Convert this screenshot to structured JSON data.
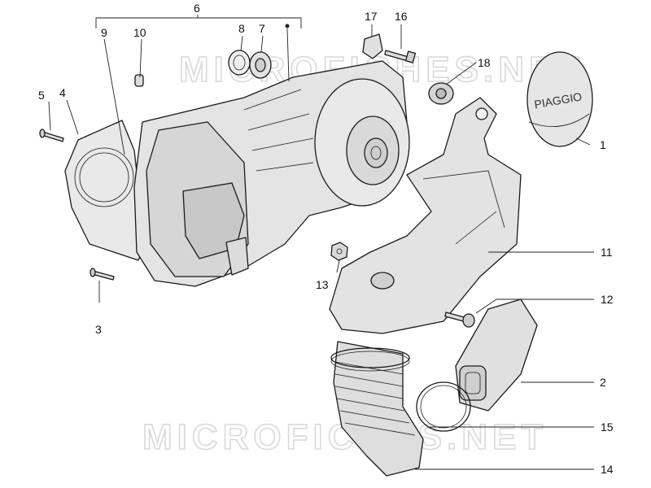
{
  "watermark": {
    "text": "MICROFICHES.NET"
  },
  "cover_logo": {
    "text": "PIAGGIO"
  },
  "labels": [
    {
      "id": "1",
      "text": "1"
    },
    {
      "id": "2",
      "text": "2"
    },
    {
      "id": "3",
      "text": "3"
    },
    {
      "id": "4",
      "text": "4"
    },
    {
      "id": "5",
      "text": "5"
    },
    {
      "id": "6",
      "text": "6"
    },
    {
      "id": "7",
      "text": "7"
    },
    {
      "id": "8",
      "text": "8"
    },
    {
      "id": "9",
      "text": "9"
    },
    {
      "id": "10",
      "text": "10"
    },
    {
      "id": "11",
      "text": "11"
    },
    {
      "id": "12",
      "text": "12"
    },
    {
      "id": "13",
      "text": "13"
    },
    {
      "id": "14",
      "text": "14"
    },
    {
      "id": "15",
      "text": "15"
    },
    {
      "id": "16",
      "text": "16"
    },
    {
      "id": "17",
      "text": "17"
    },
    {
      "id": "18",
      "text": "18"
    }
  ],
  "colors": {
    "part_fill": "#e6e6e6",
    "part_shade": "#cfcfcf",
    "line": "#1a1a1a"
  }
}
